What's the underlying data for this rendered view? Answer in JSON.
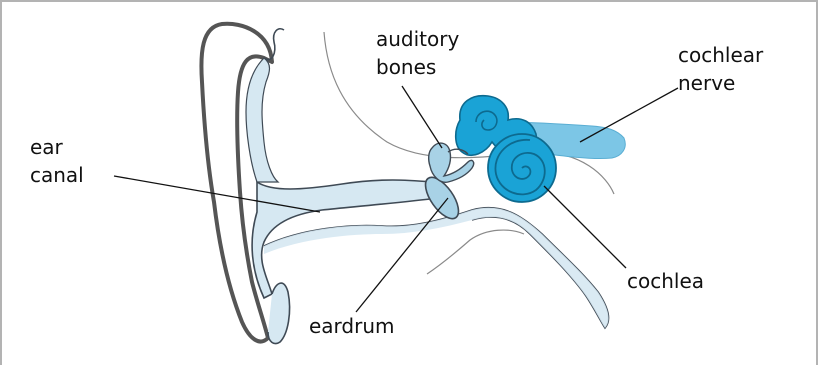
{
  "labels": {
    "auditory_bones_line1": "auditory",
    "auditory_bones_line2": "bones",
    "cochlear_nerve_line1": "cochlear",
    "cochlear_nerve_line2": "nerve",
    "ear_canal_line1": "ear",
    "ear_canal_line2": "canal",
    "eardrum": "eardrum",
    "cochlea": "cochlea"
  },
  "colors": {
    "outer_ear_outline": "#555555",
    "canal_fill": "#d6e8f2",
    "canal_stroke": "#3f4a55",
    "cochlea_fill": "#1aa3d6",
    "cochlea_stroke": "#0d6a8f",
    "nerve_fill": "#7cc6e6",
    "bones_fill": "#a8d2e6",
    "leader_line": "#111111",
    "skull_outline": "#8a8a8a",
    "frame_border": "#b3b3b3"
  }
}
